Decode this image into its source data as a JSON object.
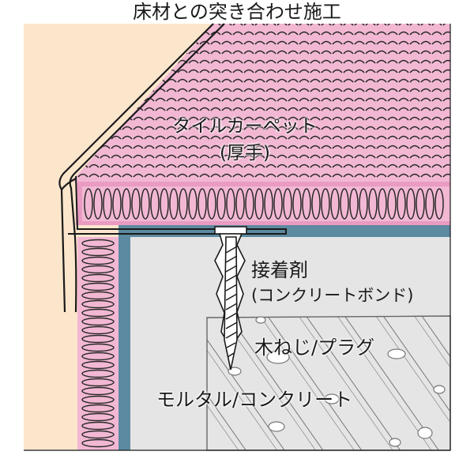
{
  "title": "床材との突き合わせ施工",
  "labels": {
    "carpet": "タイルカーペット",
    "carpet_note": "(厚手)",
    "adhesive": "接着剤",
    "adhesive_note": "(コンクリートボンド)",
    "screw_plug": "木ねじ/プラグ",
    "substrate": "モルタル/コンクリート"
  },
  "colors": {
    "wall": "#fbe6cc",
    "carpet": "#f2b8d3",
    "backing": "#e99bc2",
    "blue": "#5c8aa0",
    "concrete": "#e5e5e5",
    "line": "#1a1a1a"
  }
}
